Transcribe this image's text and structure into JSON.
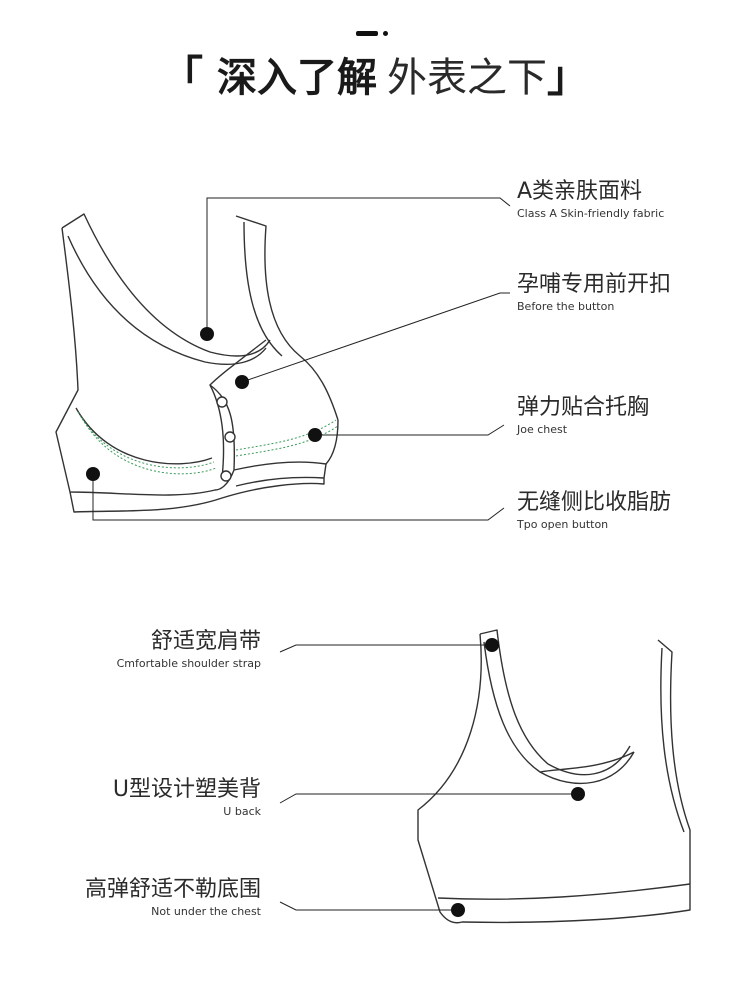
{
  "header": {
    "open_bracket": "「",
    "title_strong": "深入了解",
    "title_light": "外表之下",
    "close_bracket": "」"
  },
  "front_features": [
    {
      "cn": "A类亲肤面料",
      "en": "Class A Skin-friendly fabric"
    },
    {
      "cn": "孕哺专用前开扣",
      "en": "Before the button"
    },
    {
      "cn": "弹力贴合托胸",
      "en": "Joe chest"
    },
    {
      "cn": "无缝侧比收脂肪",
      "en": "Tpo open button"
    }
  ],
  "back_features": [
    {
      "cn": "舒适宽肩带",
      "en": "Cmfortable shoulder strap"
    },
    {
      "cn": "U型设计塑美背",
      "en": "U back"
    },
    {
      "cn": "高弹舒适不勒底围",
      "en": "Not under the chest"
    }
  ],
  "colors": {
    "line": "#333333",
    "stitch": "#3a9a5a",
    "dot": "#111111"
  }
}
